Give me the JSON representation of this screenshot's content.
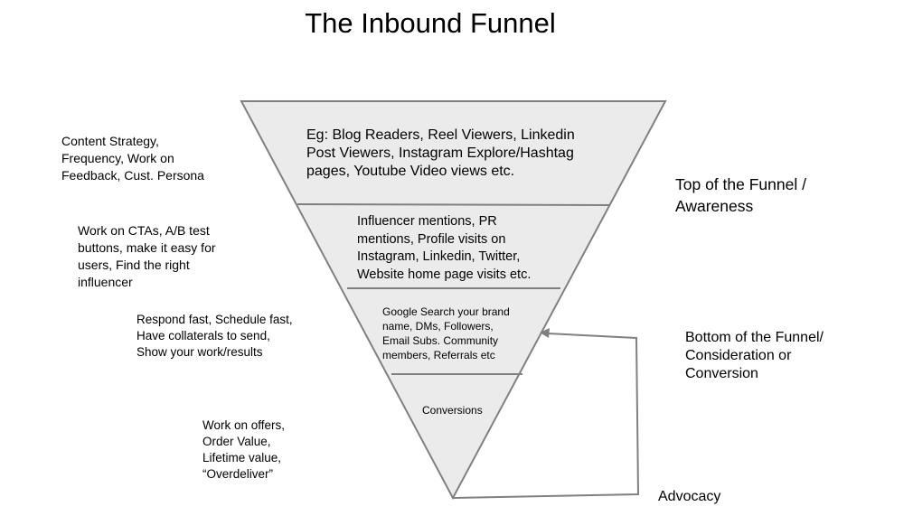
{
  "title": "The Inbound Funnel",
  "colors": {
    "funnel_fill": "#ebebeb",
    "line": "#808080"
  },
  "funnel": {
    "levels": [
      {
        "text": "Eg: Blog Readers, Reel Viewers, Linkedin\nPost Viewers, Instagram Explore/Hashtag\npages, Youtube Video views etc."
      },
      {
        "text": "Influencer mentions, PR\nmentions, Profile visits on\nInstagram, Linkedin, Twitter,\nWebsite home page visits etc."
      },
      {
        "text": "Google Search your brand\nname, DMs, Followers,\nEmail Subs. Community\nmembers, Referrals etc"
      },
      {
        "text": "Conversions"
      }
    ]
  },
  "left_notes": [
    "Content Strategy,\nFrequency, Work on\nFeedback, Cust. Persona",
    "Work on CTAs, A/B test\nbuttons, make it easy for\nusers, Find the right\ninfluencer",
    "Respond fast, Schedule fast,\nHave collaterals to send,\nShow your work/results",
    "Work on offers,\nOrder Value,\nLifetime value,\n“Overdeliver”"
  ],
  "right_labels": {
    "top": "Top of the Funnel /\nAwareness",
    "bottom": "Bottom of the Funnel/\nConsideration or\nConversion",
    "advocacy": "Advocacy"
  }
}
